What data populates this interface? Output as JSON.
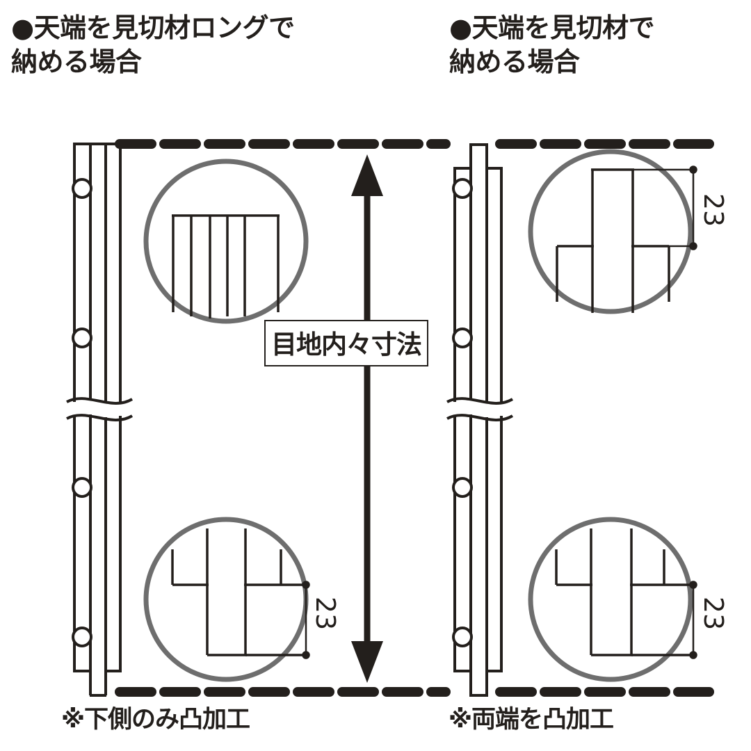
{
  "diagram": {
    "kind": "cross-section-installation-detail",
    "titles": {
      "left": "●天端を見切材ロングで\n納める場合",
      "right": "●天端を見切材で\n納める場合"
    },
    "captions": {
      "left": "※下側のみ凸加工",
      "right": "※両端を凸加工"
    },
    "center_dimension_label": "目地内々寸法",
    "dimensions": {
      "top_right": "23",
      "bottom_left": "23",
      "bottom_right": "23"
    },
    "detail_circles": [
      {
        "id": "top-left",
        "shape": "flat-top-three-bars",
        "dimension": ""
      },
      {
        "id": "top-right",
        "shape": "tenon-up-T",
        "dimension": "23"
      },
      {
        "id": "bottom-left",
        "shape": "tenon-down-T",
        "dimension": "23"
      },
      {
        "id": "bottom-right",
        "shape": "tenon-down-T",
        "dimension": "23"
      }
    ],
    "colors": {
      "line": "#231f1c",
      "circle": "#6e6e6e",
      "background": "#ffffff",
      "text": "#231f1c"
    }
  }
}
